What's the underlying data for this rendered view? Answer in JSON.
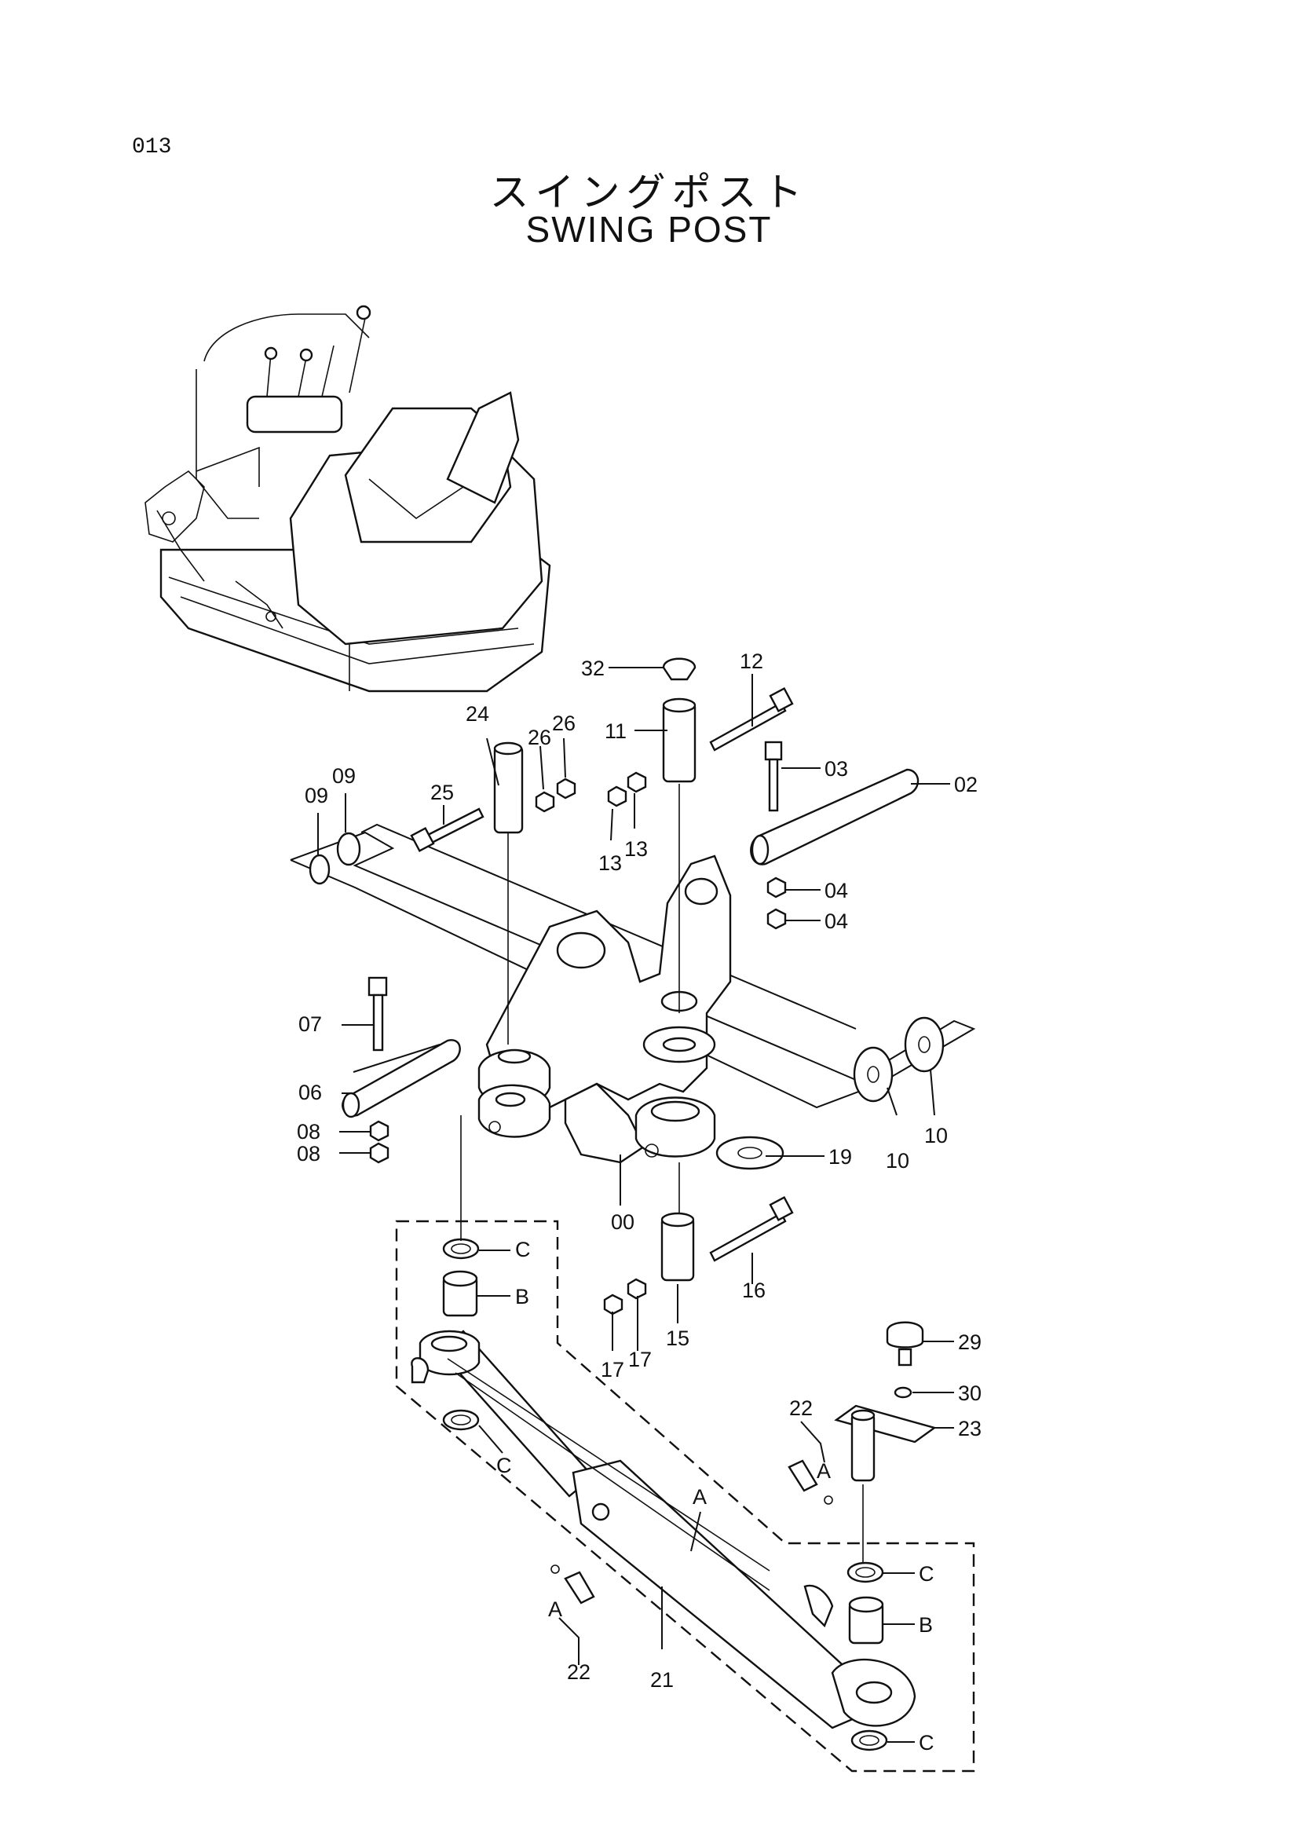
{
  "header": {
    "page_code": "013",
    "title_jp": "スイングポスト",
    "title_en": "SWING POST"
  },
  "callouts": {
    "p00": "00",
    "p02": "02",
    "p03": "03",
    "p04a": "04",
    "p04b": "04",
    "p06": "06",
    "p07": "07",
    "p08a": "08",
    "p08b": "08",
    "p09a": "09",
    "p09b": "09",
    "p10a": "10",
    "p10b": "10",
    "p11": "11",
    "p12": "12",
    "p13a": "13",
    "p13b": "13",
    "p15": "15",
    "p16": "16",
    "p17a": "17",
    "p17b": "17",
    "p19": "19",
    "p21": "21",
    "p22a": "22",
    "p22b": "22",
    "p23": "23",
    "p24": "24",
    "p25": "25",
    "p26a": "26",
    "p26b": "26",
    "p29": "29",
    "p30": "30",
    "p32": "32",
    "refA1": "A",
    "refA2": "A",
    "refA3": "A",
    "refB1": "B",
    "refB2": "B",
    "refC1": "C",
    "refC2": "C",
    "refC3": "C",
    "refC4": "C"
  }
}
